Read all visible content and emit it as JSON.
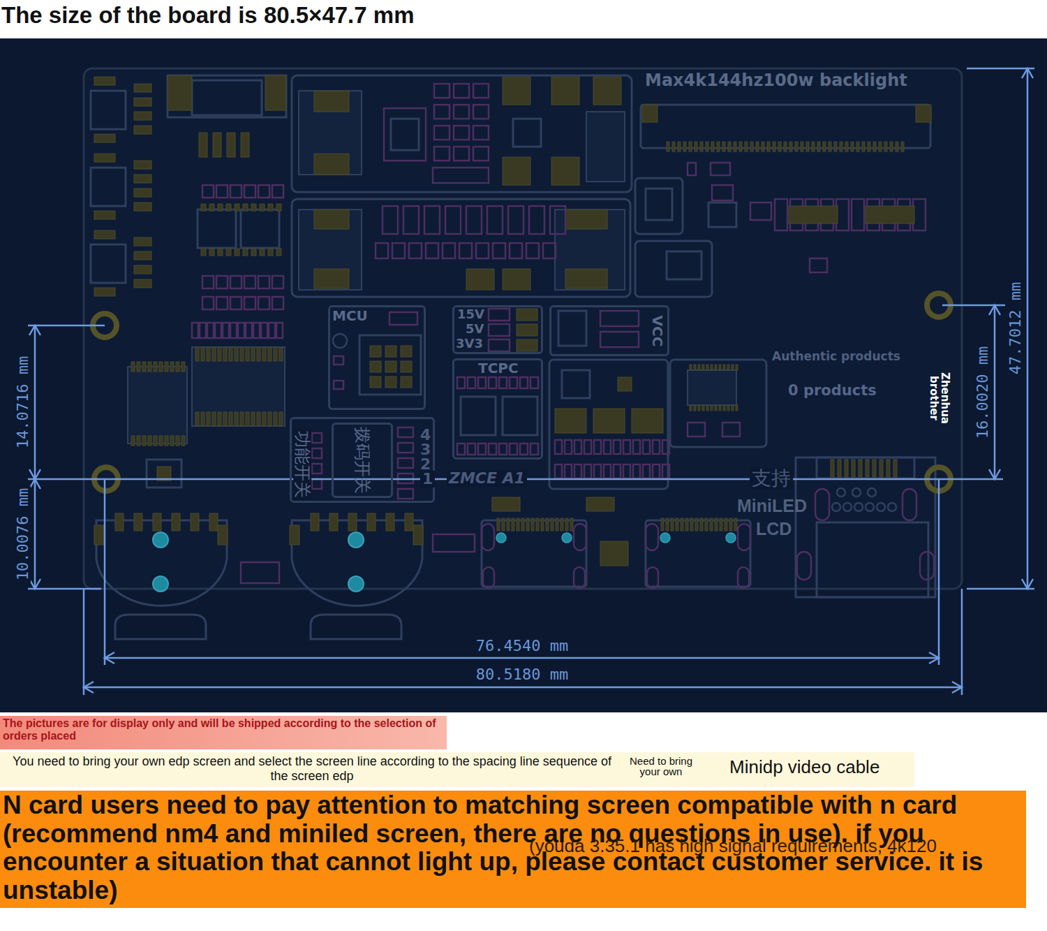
{
  "diagram": {
    "title": "The size of the board is 80.5×47.7 mm",
    "nodes": [
      {
        "text": [
          "MCU"
        ]
      },
      {
        "text": [
          "15V",
          "5V",
          "3V3"
        ]
      },
      {
        "text": [
          "VCC"
        ]
      },
      {
        "text": [
          "TCPC"
        ]
      },
      {
        "text": [
          "功能开关"
        ]
      },
      {
        "text": [
          "拨码开关"
        ],
        "in": 4
      },
      {
        "text": [
          "The pictures are for display only and will be shipped according to the selection of orders placed"
        ]
      },
      {
        "text": [
          "You need to bring your own edp screen and select the screen line according to the spacing line sequence of the screen edp",
          "Need to bring your own",
          "Minidp video cable"
        ]
      },
      {
        "text": [
          "N card users need to pay attention to matching screen compatible with n card (recommend nm4 and miniled screen, there are no questions in use). if you encounter a situation that cannot light up, please contact customer service. it is unstable)",
          "(youda 3.35.1 has high signal requirements, 4k120"
        ]
      }
    ],
    "labels": [
      "Max4k144hz100w backlight",
      "Authentic products",
      "0 products",
      "Zhenhua brother",
      "14.0716 mm",
      "16.0020 mm",
      "47.7012 mm",
      "4",
      "3",
      "2",
      "1",
      "ZMCE A1",
      "支持",
      "MiniLED",
      "10.0076 mm",
      "LCD",
      "76.4540 mm",
      "80.5180 mm"
    ]
  }
}
